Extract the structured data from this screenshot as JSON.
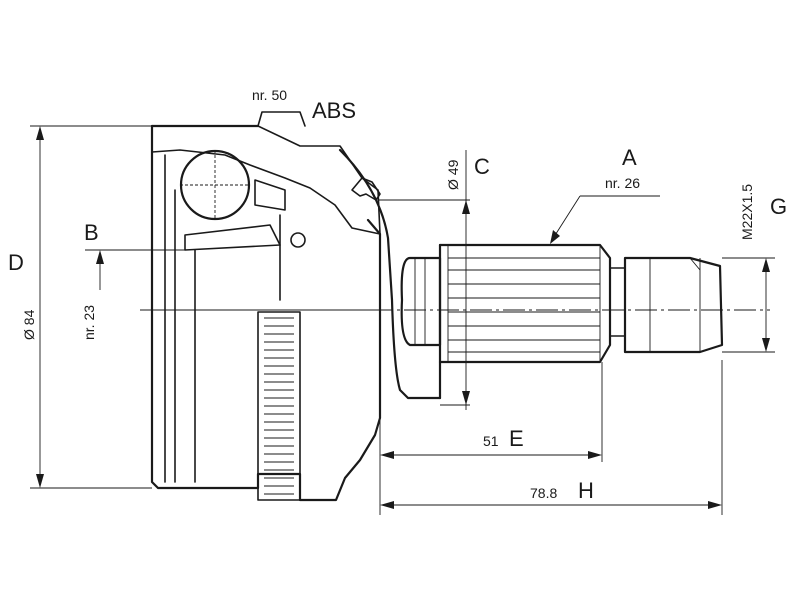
{
  "labels": {
    "abs_part": "nr. 50",
    "abs": "ABS",
    "c_dia": "Ø 49",
    "c": "C",
    "a": "A",
    "a_part": "nr. 26",
    "thread": "M22X1.5",
    "g": "G",
    "b": "B",
    "b_part": "nr. 23",
    "d": "D",
    "d_dia": "Ø 84",
    "e_val": "51",
    "e": "E",
    "h_val": "78.8",
    "h": "H"
  }
}
